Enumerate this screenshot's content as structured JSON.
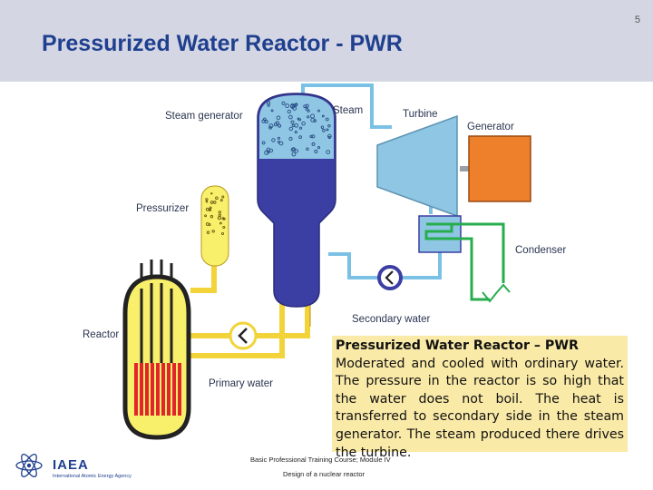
{
  "slide": {
    "title": "Pressurized Water Reactor - PWR",
    "page_number": "5"
  },
  "diagram": {
    "labels": {
      "steam_generator": "Steam generator",
      "steam": "Steam",
      "turbine": "Turbine",
      "generator": "Generator",
      "pressurizer": "Pressurizer",
      "condenser": "Condenser",
      "reactor": "Reactor",
      "secondary_water": "Secondary water",
      "primary_water": "Primary water"
    },
    "colors": {
      "pipe": "#7bc1e6",
      "primary_loop": "#f2d43a",
      "vessel": "#3b3ea3",
      "turbine": "#8fc6e3",
      "generator": "#ee7f2b",
      "fuel_rods": "#e1262b",
      "reactor_fill": "#f8ef6a",
      "condenser_coil": "#27ad4d"
    }
  },
  "textbox": {
    "title": "Pressurized Water Reactor – PWR",
    "body": "Moderated and cooled with ordinary water. The pressure in the reactor is so high that the water does not boil. The heat is transferred to secondary side in the steam generator. The steam produced there drives the turbine."
  },
  "footer": {
    "course": "Basic Professional Training Course; Module IV",
    "module": "Design of a nuclear reactor",
    "logo_text": "IAEA",
    "logo_subtext": "International Atomic Energy Agency"
  }
}
